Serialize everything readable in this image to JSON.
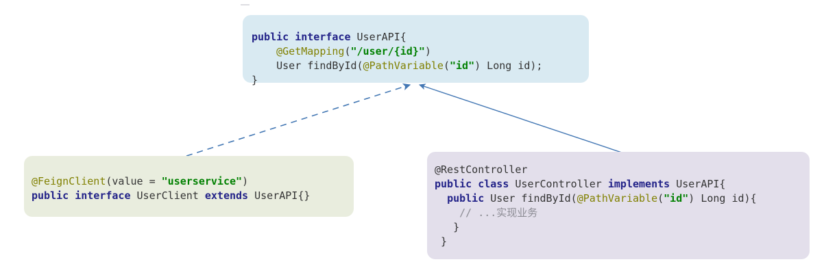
{
  "diagram": {
    "title": "Feign client shared API interface diagram",
    "background_color": "#ffffff",
    "arrow_color": "#4478b4"
  },
  "boxes": {
    "userapi": {
      "name": "UserAPI interface",
      "background_color": "#d9eaf2",
      "lines": [
        {
          "tokens": [
            {
              "text": "public interface ",
              "kind": "kw"
            },
            {
              "text": "UserAPI{",
              "kind": "txt"
            }
          ]
        },
        {
          "tokens": [
            {
              "text": "    ",
              "kind": "txt"
            },
            {
              "text": "@GetMapping",
              "kind": "ann"
            },
            {
              "text": "(",
              "kind": "txt"
            },
            {
              "text": "\"/user/{id}\"",
              "kind": "str"
            },
            {
              "text": ")",
              "kind": "txt"
            }
          ]
        },
        {
          "tokens": [
            {
              "text": "    User findById(",
              "kind": "txt"
            },
            {
              "text": "@PathVariable",
              "kind": "ann"
            },
            {
              "text": "(",
              "kind": "txt"
            },
            {
              "text": "\"id\"",
              "kind": "str"
            },
            {
              "text": ") Long id);",
              "kind": "txt"
            }
          ]
        },
        {
          "tokens": [
            {
              "text": "}",
              "kind": "txt"
            }
          ]
        }
      ]
    },
    "feignclient": {
      "name": "UserClient Feign interface",
      "background_color": "#e9edde",
      "lines": [
        {
          "tokens": [
            {
              "text": "@FeignClient",
              "kind": "ann"
            },
            {
              "text": "(value = ",
              "kind": "txt"
            },
            {
              "text": "\"userservice\"",
              "kind": "str"
            },
            {
              "text": ")",
              "kind": "txt"
            }
          ]
        },
        {
          "tokens": [
            {
              "text": "public interface ",
              "kind": "kw"
            },
            {
              "text": "UserClient ",
              "kind": "txt"
            },
            {
              "text": "extends ",
              "kind": "kw"
            },
            {
              "text": "UserAPI{}",
              "kind": "txt"
            }
          ]
        }
      ]
    },
    "restcontroller": {
      "name": "UserController implementation",
      "background_color": "#e3dfeb",
      "lines": [
        {
          "tokens": [
            {
              "text": "@RestController",
              "kind": "txt"
            }
          ]
        },
        {
          "tokens": [
            {
              "text": "public class ",
              "kind": "kw"
            },
            {
              "text": "UserController ",
              "kind": "txt"
            },
            {
              "text": "implements ",
              "kind": "kw"
            },
            {
              "text": "UserAPI{",
              "kind": "txt"
            }
          ]
        },
        {
          "tokens": [
            {
              "text": "  ",
              "kind": "txt"
            },
            {
              "text": "public ",
              "kind": "kw"
            },
            {
              "text": "User findById(",
              "kind": "txt"
            },
            {
              "text": "@PathVariable",
              "kind": "ann"
            },
            {
              "text": "(",
              "kind": "txt"
            },
            {
              "text": "\"id\"",
              "kind": "str"
            },
            {
              "text": ") Long id){",
              "kind": "txt"
            }
          ]
        },
        {
          "tokens": [
            {
              "text": "    // ...实现业务",
              "kind": "cmt"
            }
          ]
        },
        {
          "tokens": [
            {
              "text": "   }",
              "kind": "txt"
            }
          ]
        },
        {
          "tokens": [
            {
              "text": " }",
              "kind": "txt"
            }
          ]
        }
      ]
    }
  },
  "connectors": [
    {
      "name": "implements-arrow-dashed",
      "from": "feignclient",
      "to": "userapi",
      "style": "dashed",
      "color": "#4478b4",
      "arrowhead": "filled-triangle"
    },
    {
      "name": "implements-arrow-solid",
      "from": "restcontroller",
      "to": "userapi",
      "style": "solid",
      "color": "#4478b4",
      "arrowhead": "filled-triangle"
    }
  ]
}
